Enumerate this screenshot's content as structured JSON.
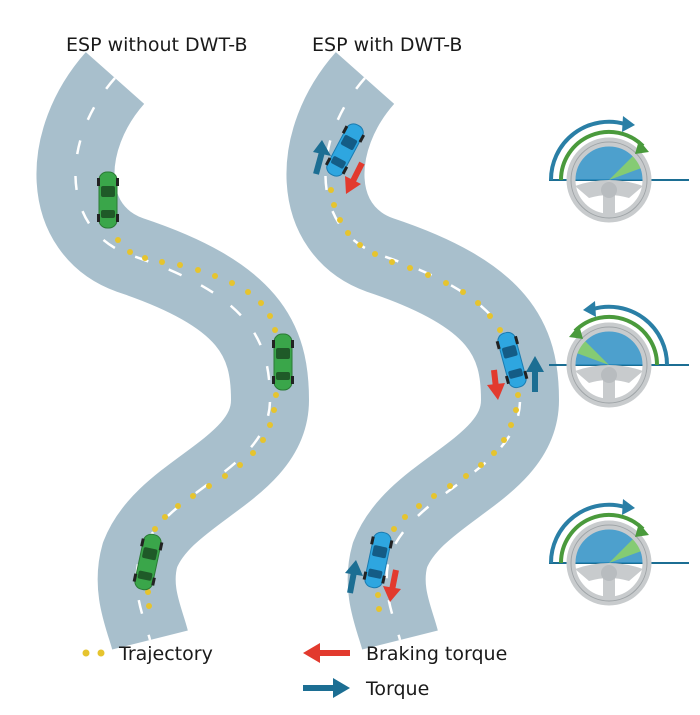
{
  "titles": {
    "left": "ESP without DWT-B",
    "right": "ESP with DWT-B"
  },
  "legend": {
    "trajectory": "Trajectory",
    "braking_torque": "Braking torque",
    "torque": "Torque"
  },
  "colors": {
    "road": "#a8bfcc",
    "road_marking": "#ffffff",
    "trajectory_dot": "#e6c42e",
    "car_without": "#3aa64a",
    "car_with": "#2ea6e0",
    "braking_arrow": "#e23a2e",
    "torque_arrow": "#1c6e93",
    "steer_arrow_outer": "#2a7fa6",
    "steer_arrow_inner": "#4a9a3c",
    "steering_wheel": "#c8cbcd"
  },
  "icons": {
    "steering": [
      "steering-wheel-right-icon",
      "steering-wheel-left-icon",
      "steering-wheel-right-icon"
    ],
    "cars_without": [
      "green-car-icon",
      "green-car-icon",
      "green-car-icon"
    ],
    "cars_with": [
      "blue-car-icon",
      "blue-car-icon",
      "blue-car-icon"
    ]
  }
}
